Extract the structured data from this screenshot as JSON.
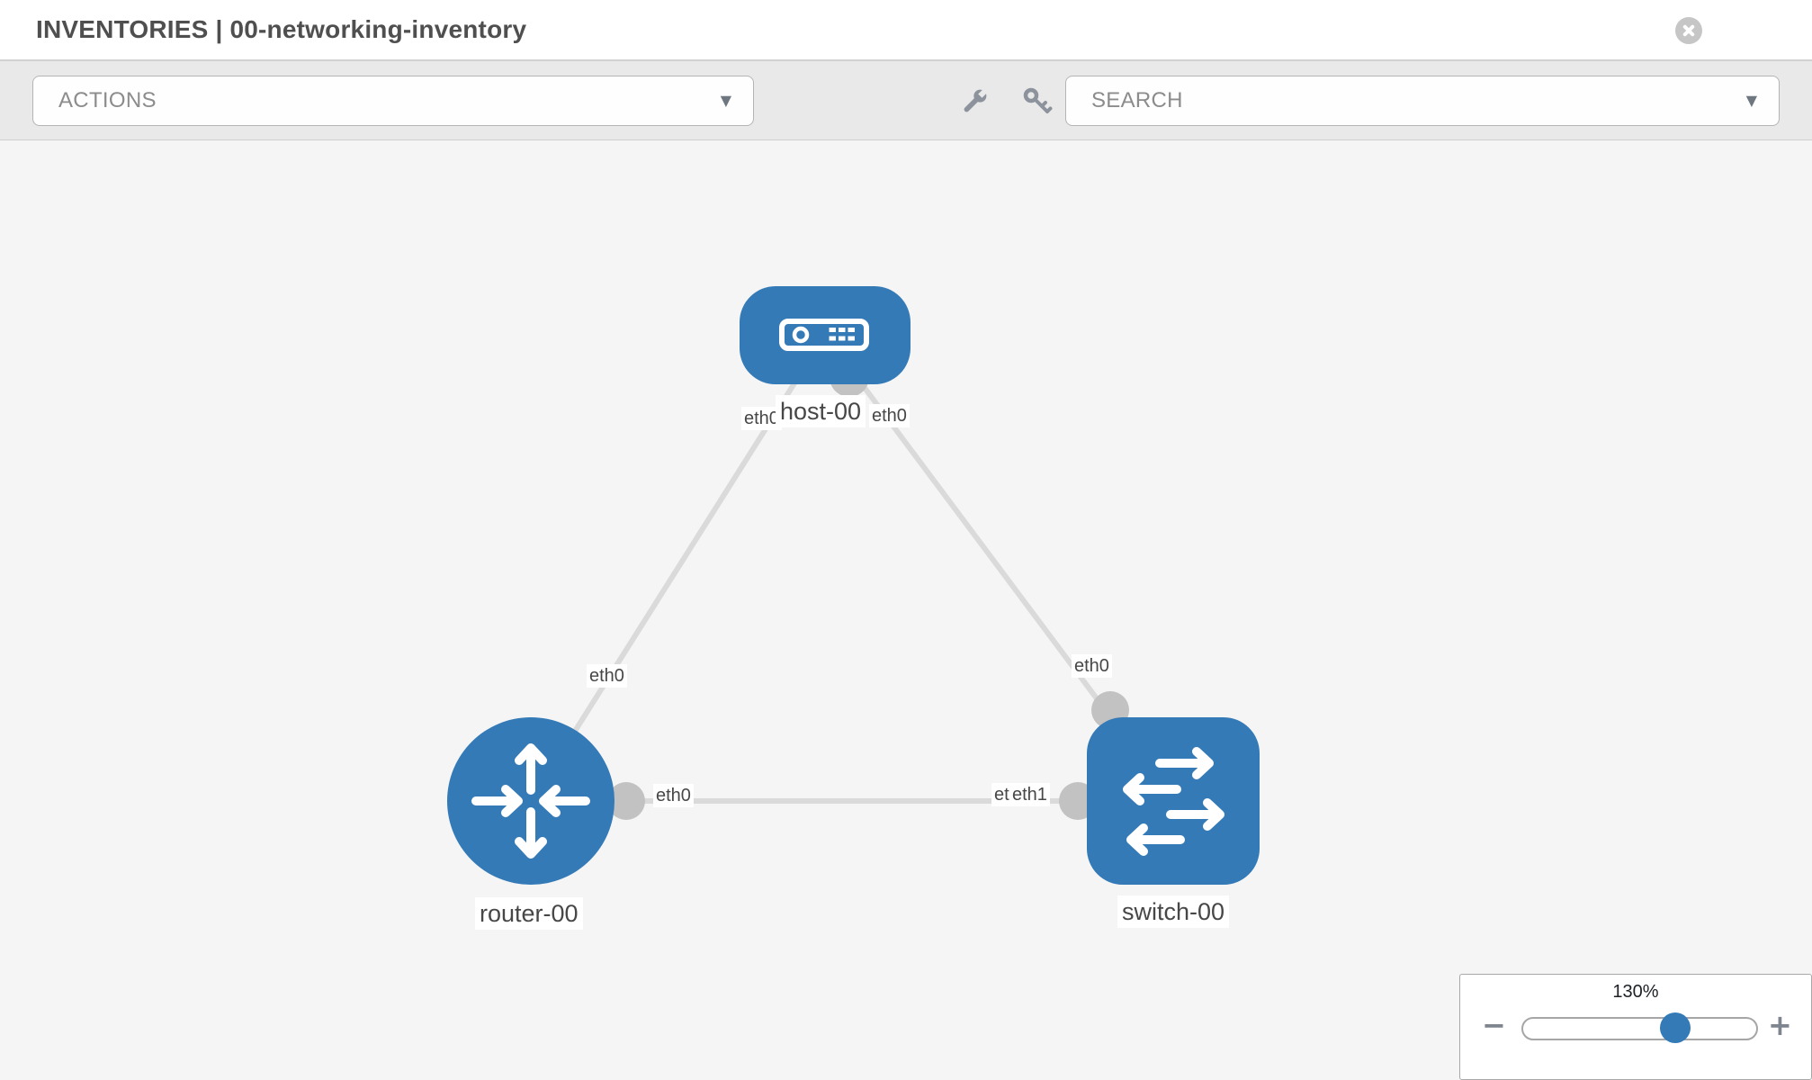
{
  "header": {
    "title": "INVENTORIES | 00-networking-inventory"
  },
  "toolbar": {
    "actions_label": "ACTIONS",
    "search_label": "SEARCH"
  },
  "topology": {
    "nodes": [
      {
        "id": "host-00",
        "type": "host",
        "label": "host-00"
      },
      {
        "id": "router-00",
        "type": "router",
        "label": "router-00"
      },
      {
        "id": "switch-00",
        "type": "switch",
        "label": "switch-00"
      }
    ],
    "links": [
      {
        "from": "host-00",
        "to": "router-00",
        "from_interface": "eth0",
        "to_interface": "eth0"
      },
      {
        "from": "host-00",
        "to": "switch-00",
        "from_interface": "eth0",
        "to_interface": "eth0"
      },
      {
        "from": "router-00",
        "to": "switch-00",
        "from_interface": "eth0",
        "to_interface": "eth1"
      }
    ],
    "labels": {
      "host": "host-00",
      "router": "router-00",
      "switch": "switch-00",
      "host_left_eth": "eth0",
      "host_right_eth": "eth0",
      "host_router_eth": "eth0",
      "host_switch_eth": "eth0",
      "router_right_eth": "eth0",
      "switch_mid_eth_under": "eth0",
      "switch_mid_eth": "eth1"
    }
  },
  "zoom_control": {
    "level": "130%",
    "minus_label": "−",
    "plus_label": "+"
  },
  "colors": {
    "node_blue": "#337ab7",
    "link_gray": "#dadada",
    "interface_gray": "#c2c2c2",
    "accent_handle": "#337ab7"
  }
}
